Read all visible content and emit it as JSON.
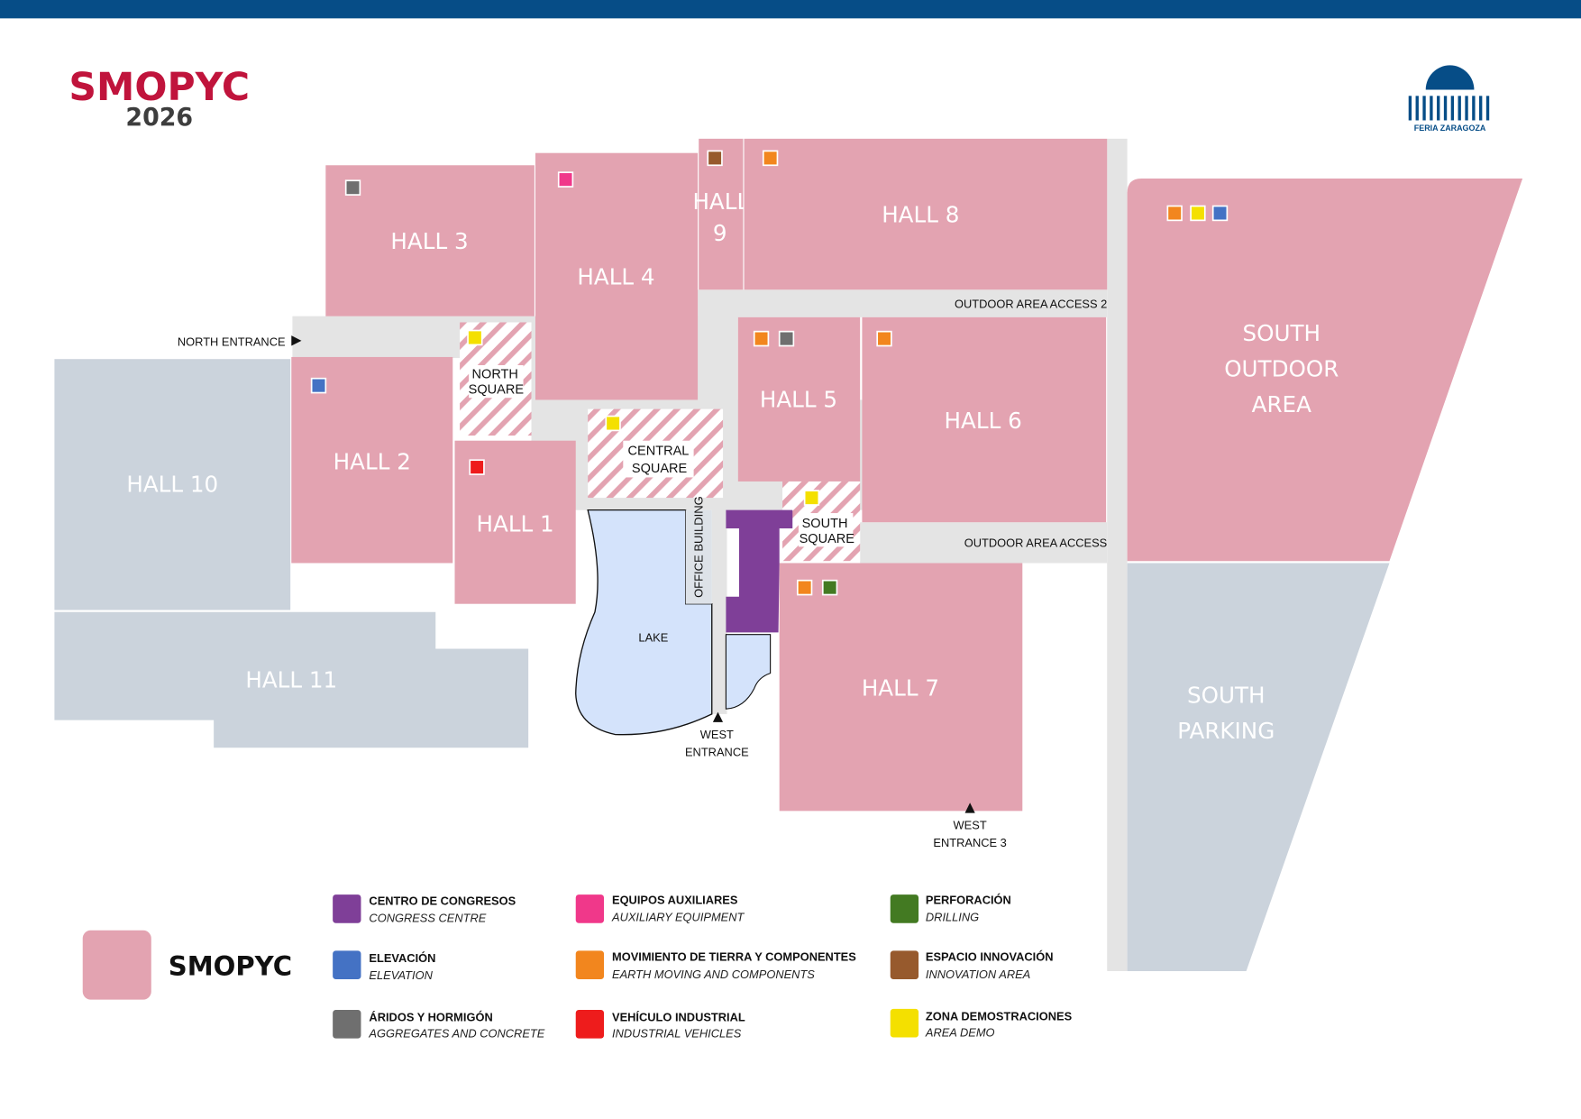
{
  "header": {
    "logo_title": "SMOPYC",
    "logo_year": "2026",
    "org_logo": "FERIA ZARAGOZA"
  },
  "colors": {
    "top_bar": "#064d87",
    "hall_pink": "#e3a3b1",
    "hall_gray": "#cbd3dc",
    "road": "#e4e4e4",
    "lake": "#d4e3fb",
    "congress": "#7f3f98",
    "brand_red": "#c0143c"
  },
  "halls": {
    "hall3": "HALL 3",
    "hall4": "HALL 4",
    "hall9_a": "HALL",
    "hall9_b": "9",
    "hall8": "HALL 8",
    "hall5": "HALL 5",
    "hall6": "HALL 6",
    "hall2": "HALL 2",
    "hall1": "HALL 1",
    "hall10": "HALL 10",
    "hall11": "HALL 11",
    "hall7": "HALL 7",
    "south_outdoor": [
      "SOUTH",
      "OUTDOOR",
      "AREA"
    ],
    "south_parking": [
      "SOUTH",
      "PARKING"
    ]
  },
  "squares": {
    "north": [
      "NORTH",
      "SQUARE"
    ],
    "central": [
      "CENTRAL",
      "SQUARE"
    ],
    "south": [
      "SOUTH",
      "SQUARE"
    ]
  },
  "labels": {
    "north_entrance": "NORTH ENTRANCE",
    "outdoor_access_2": "OUTDOOR AREA ACCESS  2",
    "outdoor_access": "OUTDOOR AREA ACCESS",
    "office_building": "OFFICE BUILDING",
    "lake": "LAKE",
    "west_entrance": [
      "WEST",
      "ENTRANCE"
    ],
    "west_entrance_3": [
      "WEST",
      "ENTRANCE 3"
    ]
  },
  "legend": {
    "main": "SMOPYC",
    "items": [
      {
        "title": "CENTRO DE CONGRESOS",
        "sub": "CONGRESS CENTRE",
        "color": "#7f3f98"
      },
      {
        "title": "ELEVACIÓN",
        "sub": "ELEVATION",
        "color": "#4472c4"
      },
      {
        "title": "ÁRIDOS Y HORMIGÓN",
        "sub": "AGGREGATES AND CONCRETE",
        "color": "#6f6f6f"
      },
      {
        "title": "EQUIPOS AUXILIARES",
        "sub": "AUXILIARY EQUIPMENT",
        "color": "#f0388a"
      },
      {
        "title": "MOVIMIENTO DE TIERRA Y COMPONENTES",
        "sub": "EARTH MOVING AND COMPONENTS",
        "color": "#f2861e"
      },
      {
        "title": "VEHÍCULO INDUSTRIAL",
        "sub": "INDUSTRIAL VEHICLES",
        "color": "#ee1c1c"
      },
      {
        "title": "PERFORACIÓN",
        "sub": "DRILLING",
        "color": "#437a22"
      },
      {
        "title": "ESPACIO INNOVACIÓN",
        "sub": "INNOVATION AREA",
        "color": "#975a2d"
      },
      {
        "title": "ZONA DEMOSTRACIONES",
        "sub": "AREA DEMO",
        "color": "#f4e000"
      }
    ]
  }
}
